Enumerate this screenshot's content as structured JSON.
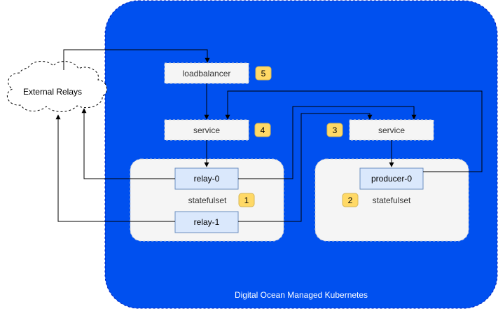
{
  "cluster": {
    "label": "Digital Ocean Managed Kubernetes",
    "fill": "#0050EF"
  },
  "external": {
    "label": "External Relays"
  },
  "loadbalancer": {
    "label": "loadbalancer",
    "badge": "5"
  },
  "service_left": {
    "label": "service",
    "badge": "4"
  },
  "service_right": {
    "label": "service",
    "badge": "3"
  },
  "statefulset_left": {
    "label": "statefulset",
    "badge": "1",
    "pods": [
      "relay-0",
      "relay-1"
    ]
  },
  "statefulset_right": {
    "label": "statefulset",
    "badge": "2",
    "pods": [
      "producer-0"
    ]
  },
  "colors": {
    "pod_fill": "#DAE8FC",
    "pod_stroke": "#6C8EBF",
    "badge_fill": "#FFD966",
    "badge_stroke": "#D6B656",
    "service_fill": "#F5F5F5",
    "group_fill": "#F5F5F5"
  }
}
